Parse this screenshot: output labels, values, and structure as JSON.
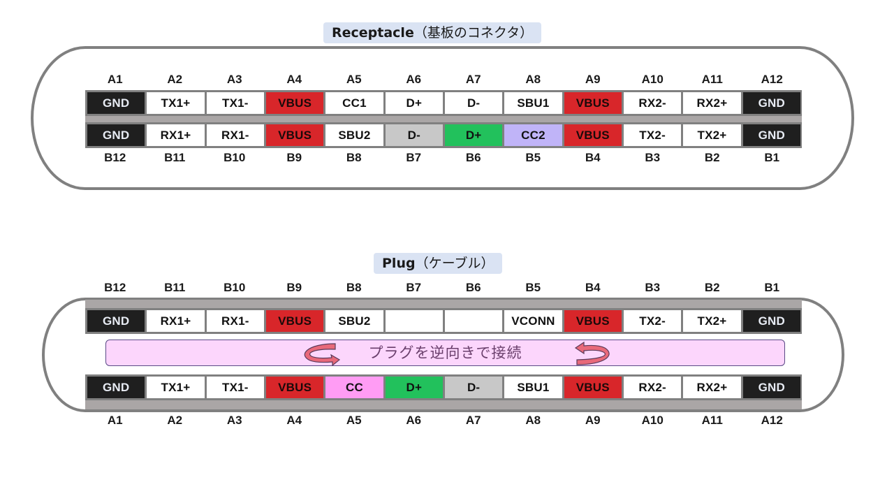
{
  "receptacle": {
    "title": "Receptacle",
    "title_jp": "（基板のコネクタ）",
    "top_labels": [
      "A1",
      "A2",
      "A3",
      "A4",
      "A5",
      "A6",
      "A7",
      "A8",
      "A9",
      "A10",
      "A11",
      "A12"
    ],
    "top_pins": [
      {
        "label": "GND",
        "color": "gnd"
      },
      {
        "label": "TX1+",
        "color": "white"
      },
      {
        "label": "TX1-",
        "color": "white"
      },
      {
        "label": "VBUS",
        "color": "vbus"
      },
      {
        "label": "CC1",
        "color": "white"
      },
      {
        "label": "D+",
        "color": "white"
      },
      {
        "label": "D-",
        "color": "white"
      },
      {
        "label": "SBU1",
        "color": "white"
      },
      {
        "label": "VBUS",
        "color": "vbus"
      },
      {
        "label": "RX2-",
        "color": "white"
      },
      {
        "label": "RX2+",
        "color": "white"
      },
      {
        "label": "GND",
        "color": "gnd"
      }
    ],
    "bottom_pins": [
      {
        "label": "GND",
        "color": "gnd"
      },
      {
        "label": "RX1+",
        "color": "white"
      },
      {
        "label": "RX1-",
        "color": "white"
      },
      {
        "label": "VBUS",
        "color": "vbus"
      },
      {
        "label": "SBU2",
        "color": "white"
      },
      {
        "label": "D-",
        "color": "gray"
      },
      {
        "label": "D+",
        "color": "green"
      },
      {
        "label": "CC2",
        "color": "lav"
      },
      {
        "label": "VBUS",
        "color": "vbus"
      },
      {
        "label": "TX2-",
        "color": "white"
      },
      {
        "label": "TX2+",
        "color": "white"
      },
      {
        "label": "GND",
        "color": "gnd"
      }
    ],
    "bottom_labels": [
      "B12",
      "B11",
      "B10",
      "B9",
      "B8",
      "B7",
      "B6",
      "B5",
      "B4",
      "B3",
      "B2",
      "B1"
    ]
  },
  "plug": {
    "title": "Plug",
    "title_jp": "（ケーブル）",
    "top_labels": [
      "B12",
      "B11",
      "B10",
      "B9",
      "B8",
      "B7",
      "B6",
      "B5",
      "B4",
      "B3",
      "B2",
      "B1"
    ],
    "top_pins": [
      {
        "label": "GND",
        "color": "gnd"
      },
      {
        "label": "RX1+",
        "color": "white"
      },
      {
        "label": "RX1-",
        "color": "white"
      },
      {
        "label": "VBUS",
        "color": "vbus"
      },
      {
        "label": "SBU2",
        "color": "white"
      },
      {
        "label": "",
        "color": "white"
      },
      {
        "label": "",
        "color": "white"
      },
      {
        "label": "VCONN",
        "color": "white"
      },
      {
        "label": "VBUS",
        "color": "vbus"
      },
      {
        "label": "TX2-",
        "color": "white"
      },
      {
        "label": "TX2+",
        "color": "white"
      },
      {
        "label": "GND",
        "color": "gnd"
      }
    ],
    "flip_note": "プラグを逆向きで接続",
    "bottom_pins": [
      {
        "label": "GND",
        "color": "gnd"
      },
      {
        "label": "TX1+",
        "color": "white"
      },
      {
        "label": "TX1-",
        "color": "white"
      },
      {
        "label": "VBUS",
        "color": "vbus"
      },
      {
        "label": "CC",
        "color": "pink"
      },
      {
        "label": "D+",
        "color": "green"
      },
      {
        "label": "D-",
        "color": "gray"
      },
      {
        "label": "SBU1",
        "color": "white"
      },
      {
        "label": "VBUS",
        "color": "vbus"
      },
      {
        "label": "RX2-",
        "color": "white"
      },
      {
        "label": "RX2+",
        "color": "white"
      },
      {
        "label": "GND",
        "color": "gnd"
      }
    ],
    "bottom_labels": [
      "A1",
      "A2",
      "A3",
      "A4",
      "A5",
      "A6",
      "A7",
      "A8",
      "A9",
      "A10",
      "A11",
      "A12"
    ]
  },
  "colors": {
    "gnd": "#1f1f1f",
    "vbus": "#d8262a",
    "gray": "#c8c8c8",
    "green": "#22c15c",
    "lav": "#c0b4f8",
    "pink": "#ff9cf4",
    "white": "#ffffff",
    "outline": "#808080",
    "title_bg": "#dae3f3",
    "flip_bar": "#fcd6fc",
    "arrow": "#e8697a"
  }
}
